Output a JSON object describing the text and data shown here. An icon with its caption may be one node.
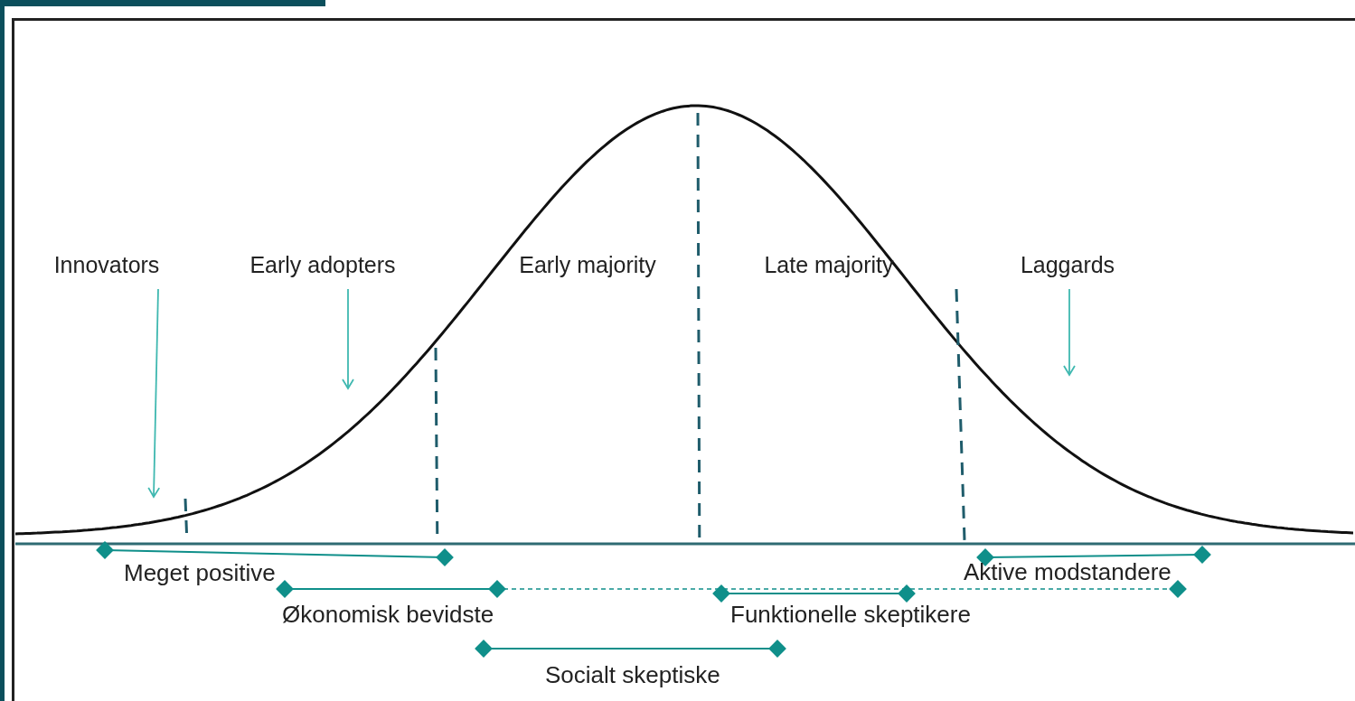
{
  "diagram": {
    "nodes": [
      {
        "text": [
          "Innovators"
        ]
      },
      {
        "text": [
          "Early adopters"
        ]
      },
      {
        "text": [
          "Early majority"
        ]
      },
      {
        "text": [
          "Late majority"
        ]
      },
      {
        "text": [
          "Laggards"
        ]
      }
    ],
    "edges": [
      {
        "from": 0,
        "to": null,
        "arrow": "to"
      },
      {
        "from": 1,
        "to": null,
        "arrow": "to"
      },
      {
        "from": 4,
        "to": null,
        "arrow": "to"
      }
    ],
    "labels": [
      "Meget positive",
      "Aktive modstandere",
      "Økonomisk bevidste",
      "Funktionelle skeptikere",
      "Socialt skeptiske"
    ]
  }
}
